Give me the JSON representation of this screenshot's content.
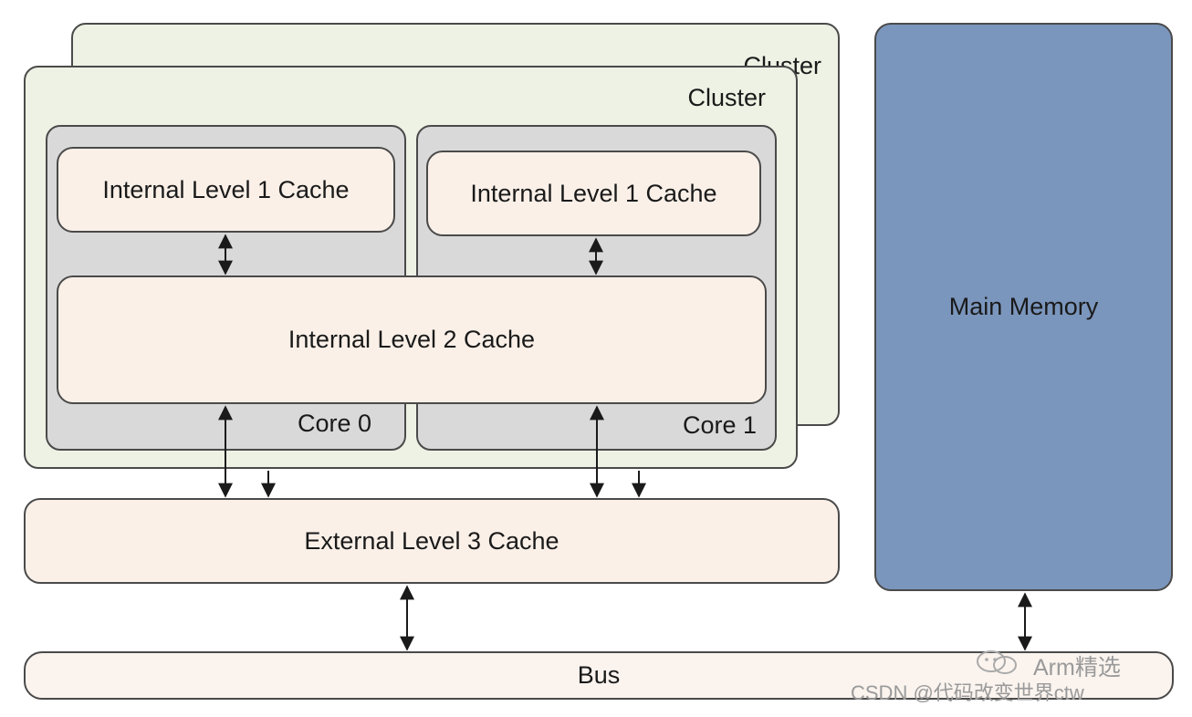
{
  "diagram": {
    "cluster_back_label": "Cluster",
    "cluster_front_label": "Cluster",
    "core0": {
      "l1_label": "Internal Level 1 Cache",
      "label": "Core 0"
    },
    "core1": {
      "l1_label": "Internal Level 1 Cache",
      "label": "Core 1"
    },
    "l2_label": "Internal Level 2 Cache",
    "l3_label": "External Level 3 Cache",
    "memory_label": "Main Memory",
    "bus_label": "Bus"
  },
  "watermark": {
    "line1": "Arm精选",
    "line2": "CSDN @代码改变世界ctw",
    "logo_icon": "wechat-icon"
  },
  "colors": {
    "cluster": "#eef2e4",
    "core": "#d9d9d9",
    "cache": "#faf0e8",
    "memory": "#7b96bd",
    "bus": "#faf3ee",
    "stroke": "#4a4a4a"
  }
}
